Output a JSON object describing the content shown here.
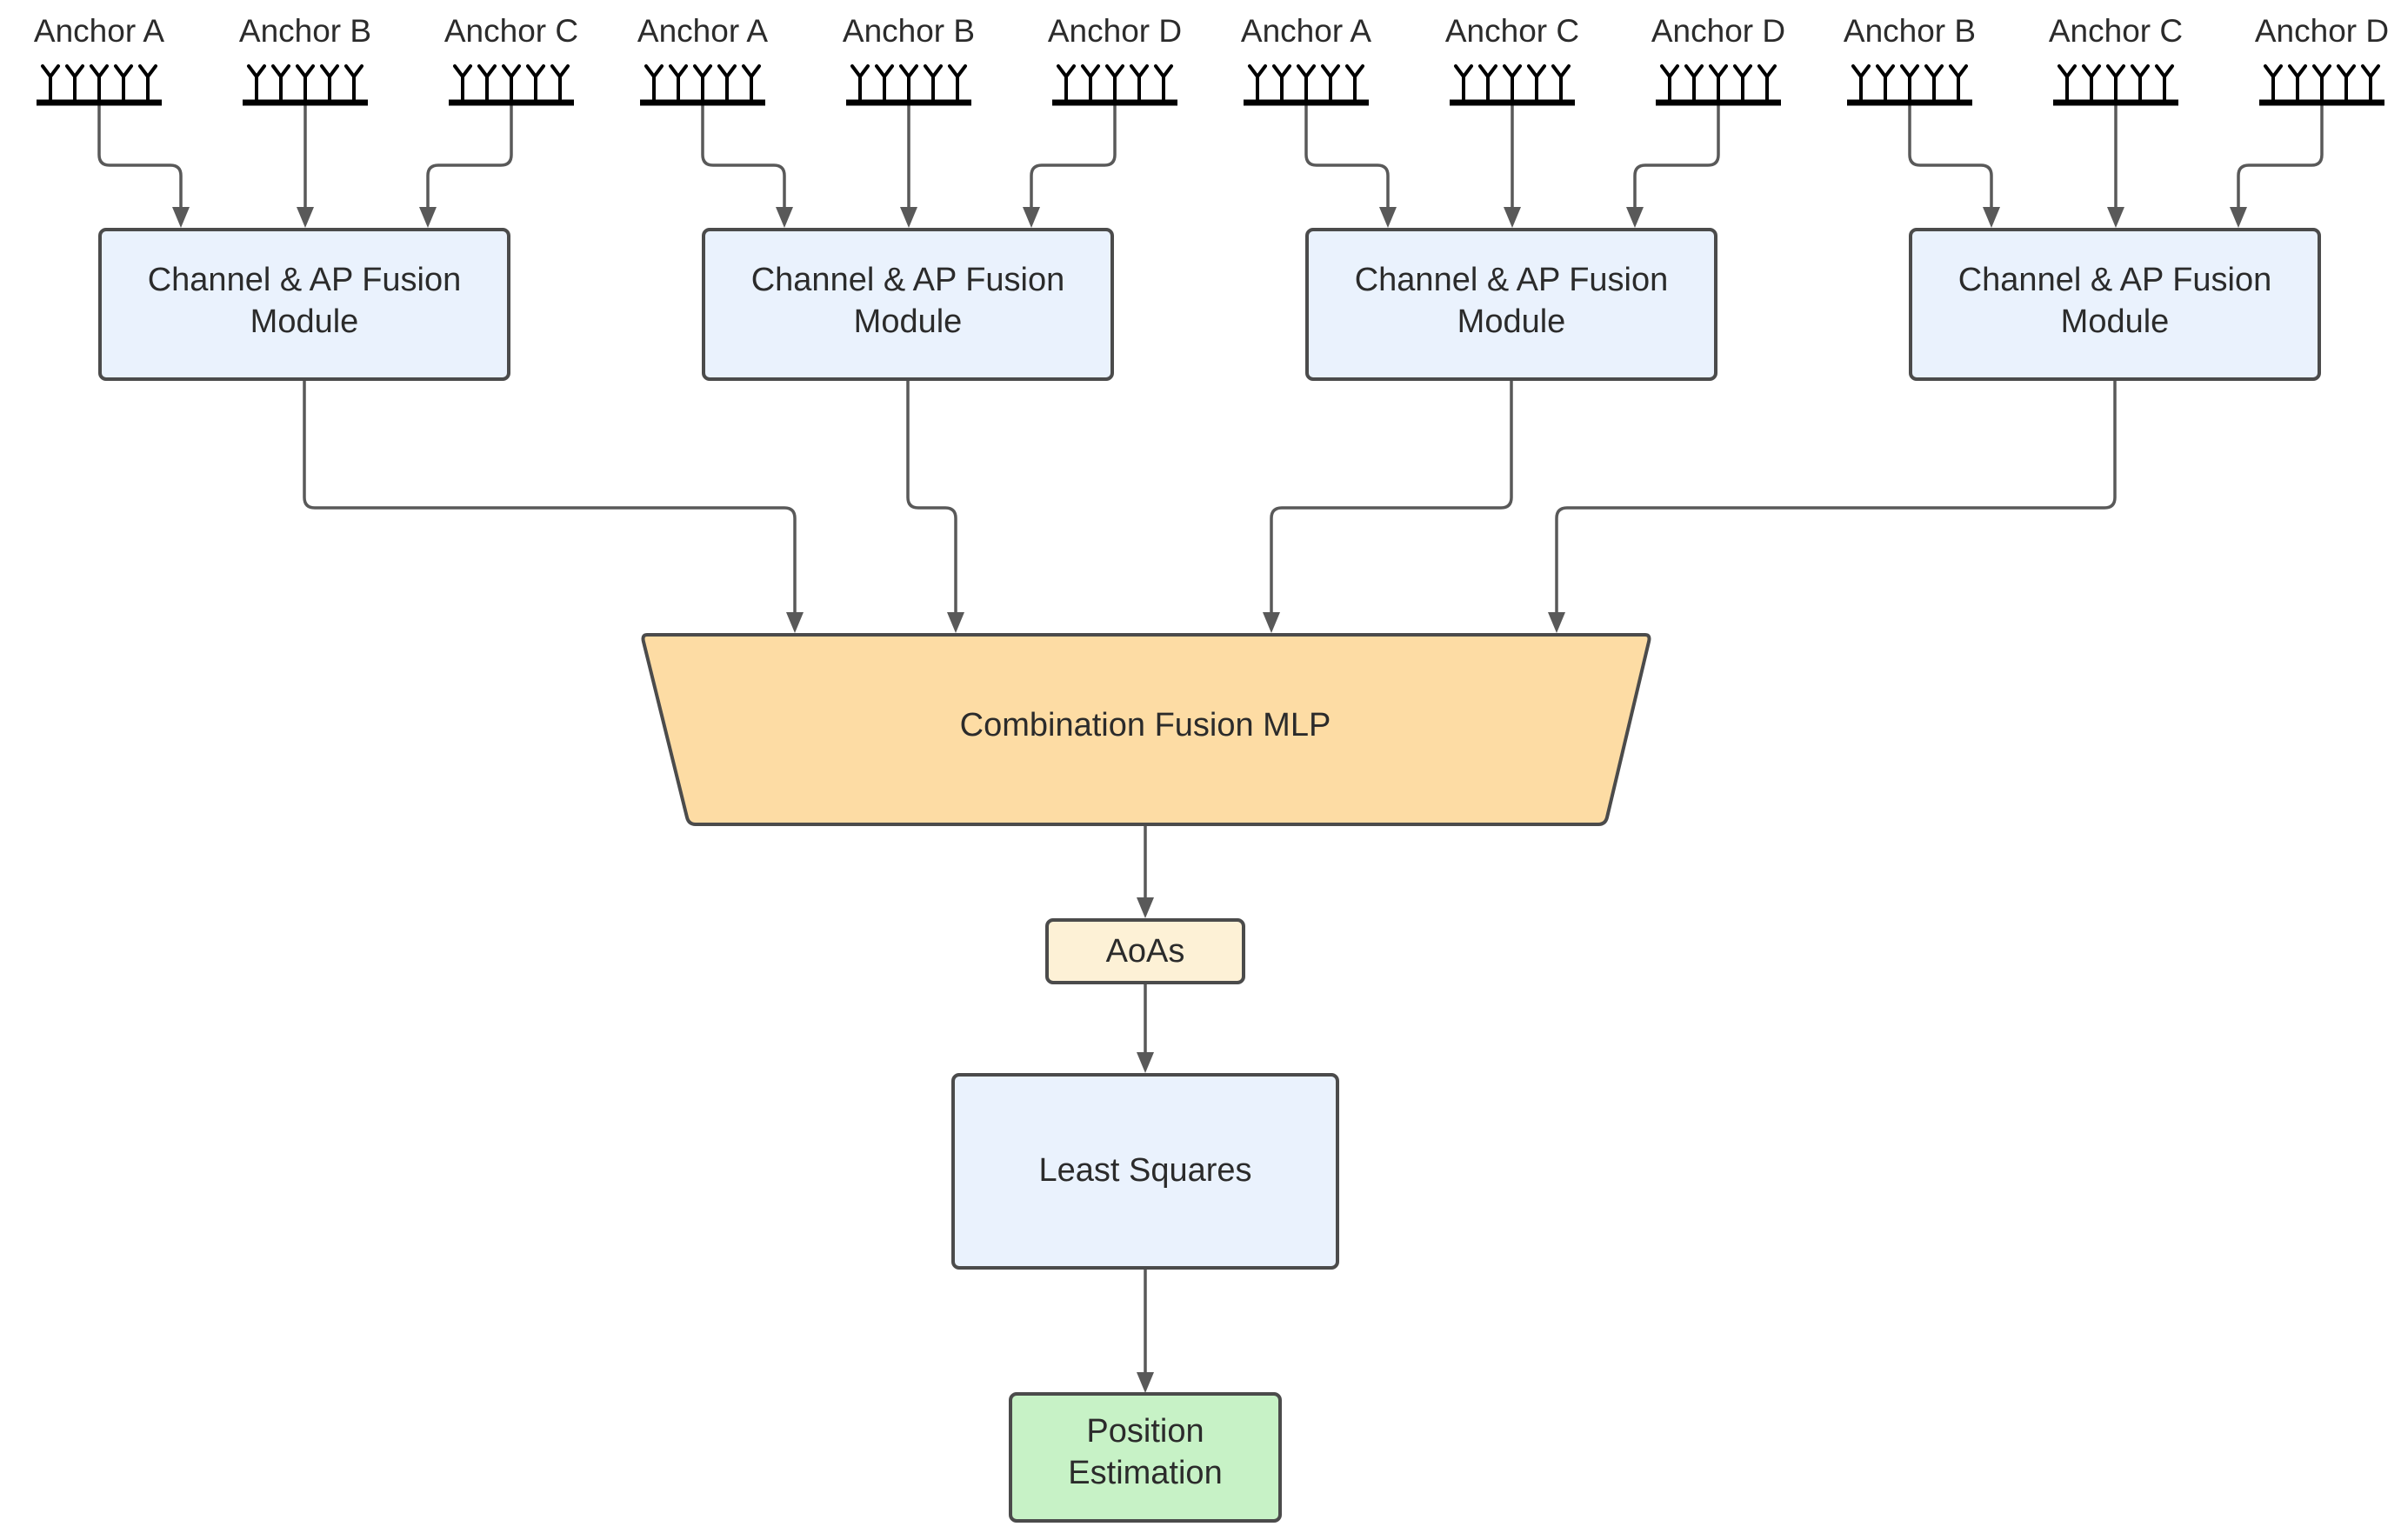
{
  "groups": [
    {
      "anchors": [
        "Anchor A",
        "Anchor B",
        "Anchor C"
      ],
      "module_label": [
        "Channel & AP Fusion",
        "Module"
      ]
    },
    {
      "anchors": [
        "Anchor A",
        "Anchor B",
        "Anchor D"
      ],
      "module_label": [
        "Channel & AP Fusion",
        "Module"
      ]
    },
    {
      "anchors": [
        "Anchor A",
        "Anchor C",
        "Anchor D"
      ],
      "module_label": [
        "Channel & AP Fusion",
        "Module"
      ]
    },
    {
      "anchors": [
        "Anchor B",
        "Anchor C",
        "Anchor D"
      ],
      "module_label": [
        "Channel & AP Fusion",
        "Module"
      ]
    }
  ],
  "fusion_mlp": {
    "label": "Combination Fusion MLP"
  },
  "aoas": {
    "label": "AoAs"
  },
  "least_squares": {
    "label": "Least Squares"
  },
  "position": {
    "label": [
      "Position",
      "Estimation"
    ]
  },
  "colors": {
    "module_fill": "#eaf2fd",
    "mlp_fill": "#fddca4",
    "aoas_fill": "#fdf1d6",
    "least_squares_fill": "#eaf2fd",
    "position_fill": "#c7f2c6",
    "connector": "#595959",
    "box_stroke": "#4b4b4b",
    "antenna": "#000000"
  }
}
